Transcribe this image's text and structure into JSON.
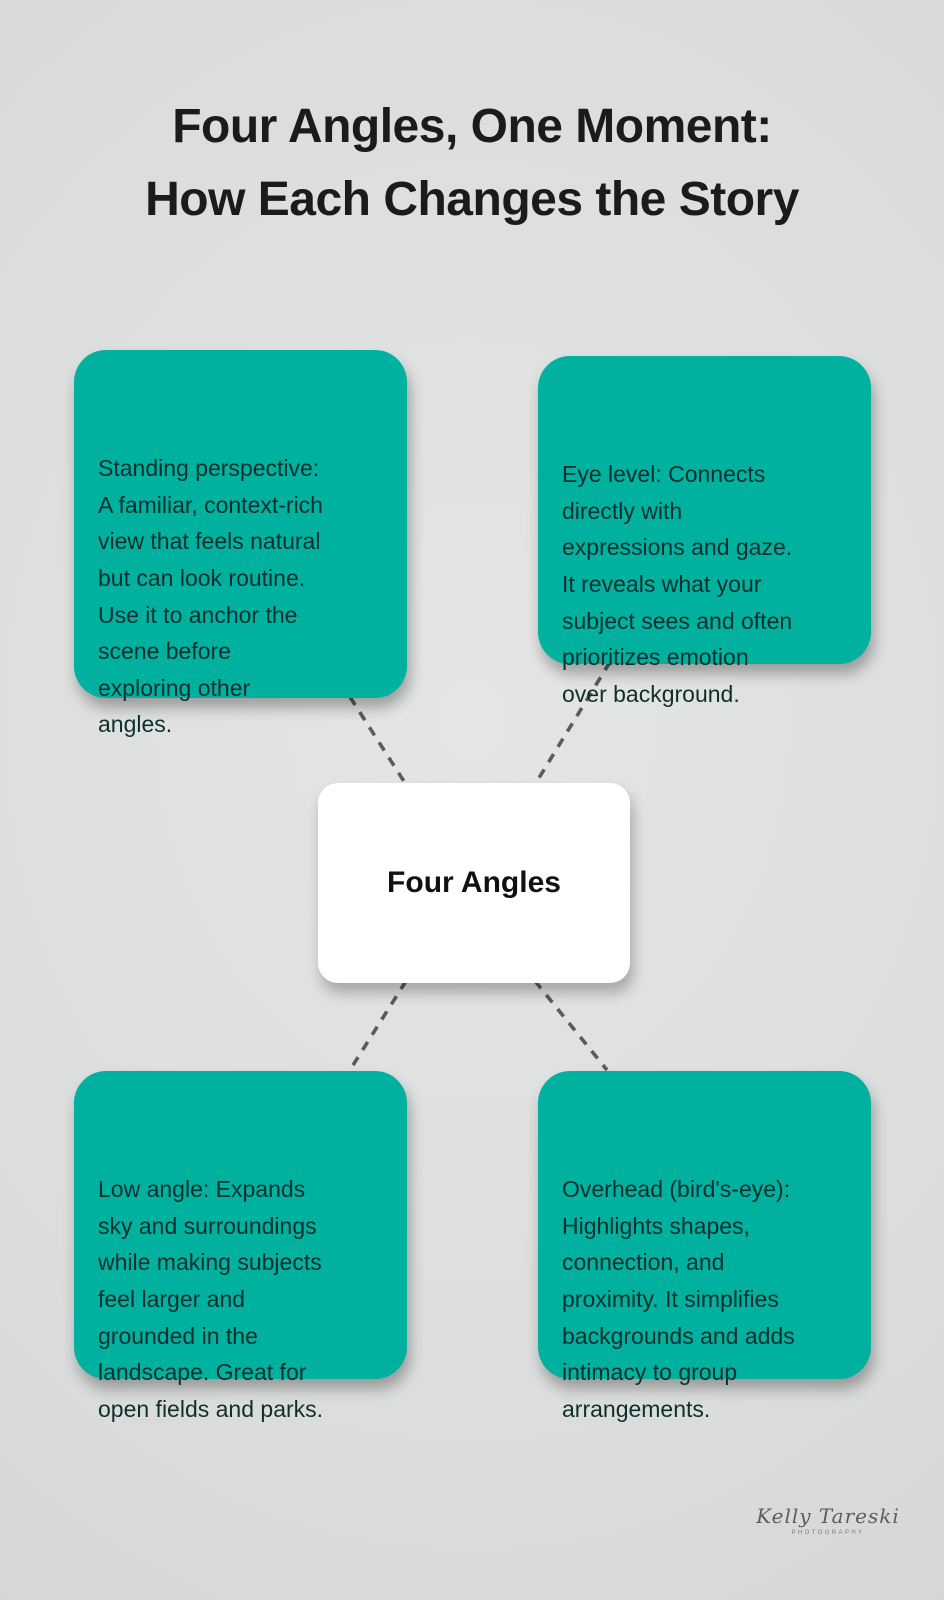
{
  "header": {
    "title_line1": "Four Angles, One Moment:",
    "title_line2": "How Each Changes the Story"
  },
  "center_node": {
    "label": "Four Angles"
  },
  "nodes": [
    {
      "id": "standing-perspective",
      "position": "top-left",
      "text": "Standing perspective:\nA familiar, context-rich\nview that feels natural\nbut can look routine.\nUse it to anchor the\nscene before\nexploring other\nangles."
    },
    {
      "id": "eye-level",
      "position": "top-right",
      "text": "Eye level: Connects\ndirectly with\nexpressions and gaze.\nIt reveals what your\nsubject sees and often\nprioritizes emotion\nover background."
    },
    {
      "id": "low-angle",
      "position": "bottom-left",
      "text": "Low angle: Expands\nsky and surroundings\nwhile making subjects\nfeel larger and\ngrounded in the\nlandscape. Great for\nopen fields and parks."
    },
    {
      "id": "overhead",
      "position": "bottom-right",
      "text": "Overhead (bird's-eye):\nHighlights shapes,\nconnection, and\nproximity. It simplifies\nbackgrounds and adds\nintimacy to group\narrangements."
    }
  ],
  "signature": {
    "name": "Kelly Tareski",
    "subtitle": "PHOTOGRAPHY"
  },
  "colors": {
    "node_teal": "#00b1a0",
    "background_gray": "#dbdddd",
    "center_white": "#ffffff",
    "connector_gray": "#575d5b",
    "title_black": "#1b1b1b",
    "node_text": "#0f2f2c"
  }
}
